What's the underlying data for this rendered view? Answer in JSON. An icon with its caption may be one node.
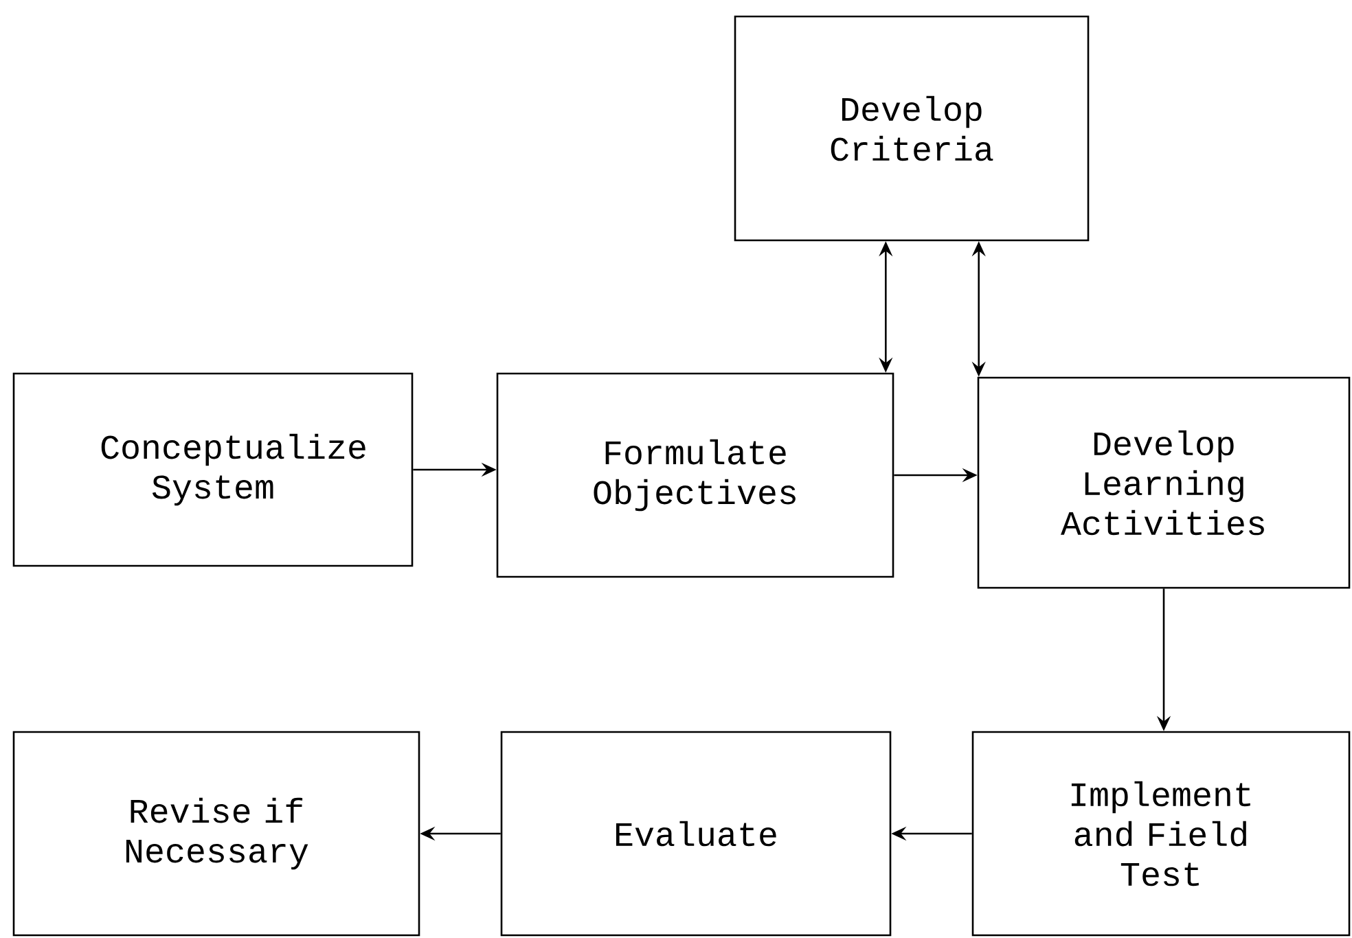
{
  "diagram": {
    "nodes": [
      {
        "text": [
          "Develop Criteria"
        ]
      },
      {
        "text": [
          "Conceptualize System"
        ]
      },
      {
        "text": [
          "Formulate Objectives"
        ]
      },
      {
        "text": [
          "Develop Learning Activities"
        ]
      },
      {
        "text": [
          "Revise if Necessary"
        ]
      },
      {
        "text": [
          "Evaluate"
        ]
      },
      {
        "text": [
          "Implement and Field Test"
        ]
      }
    ],
    "edges": [
      {
        "from": 1,
        "to": 2,
        "arrow": "to"
      },
      {
        "from": 2,
        "to": 3,
        "arrow": "to"
      },
      {
        "from": 2,
        "to": 0,
        "arrow": "both"
      },
      {
        "from": 3,
        "to": 0,
        "arrow": "both"
      },
      {
        "from": 3,
        "to": 6,
        "arrow": "to"
      },
      {
        "from": 6,
        "to": 5,
        "arrow": "to"
      },
      {
        "from": 5,
        "to": 4,
        "arrow": "to"
      }
    ]
  }
}
